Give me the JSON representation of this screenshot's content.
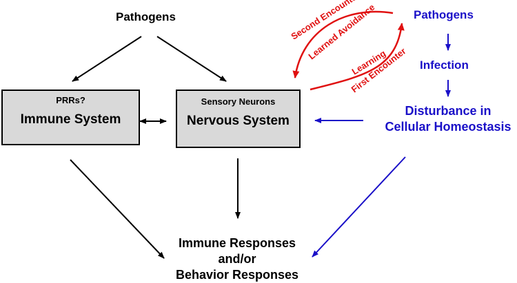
{
  "top_pathogens": "Pathogens",
  "immune_box": {
    "small": "PRRs?",
    "big": "Immune System"
  },
  "nervous_box": {
    "small": "Sensory Neurons",
    "big": "Nervous System"
  },
  "responses": {
    "line1": "Immune Responses",
    "line2": "and/or",
    "line3": "Behavior Responses"
  },
  "right_column": {
    "pathogens": "Pathogens",
    "infection": "Infection",
    "disturbance_line1": "Disturbance in",
    "disturbance_line2": "Cellular Homeostasis"
  },
  "red_labels": {
    "second_encounter": "Second Encounter",
    "learned_avoidance": "Learned Avoidance",
    "learning": "Learning",
    "first_encounter": "First Encounter"
  },
  "colors": {
    "black": "#000000",
    "blue": "#1a10c8",
    "red": "#e01010",
    "box_fill": "#d9d9d9"
  }
}
